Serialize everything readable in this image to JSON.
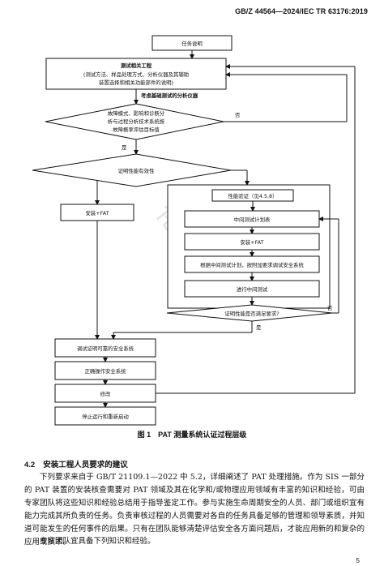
{
  "header": {
    "standard_id": "GB/Z 44564—2024/IEC TR 63176:2019"
  },
  "flow": {
    "task": "任务说明",
    "test_eng_1": "测试相关工程",
    "test_eng_2": "(测试方法、样品处理方式、分析仪器及其辅助",
    "test_eng_3": "装置选择和相关功能部件的说明)",
    "consider": "考虑基础测试的分析仪器",
    "fault_1": "故障模式、影响和诊断分",
    "fault_2": "析与过程分析技术系统按",
    "fault_3": "故障概率评估目标值",
    "no1": "否",
    "yes1": "是",
    "verify": "证明性能有效性",
    "install_fat_left": "安装+FAT",
    "perf_check": "性能验证（见4.5.8）",
    "mid_plan": "中间测试计划表",
    "install_fat_right": "安装+FAT",
    "build_sys": "根据中间测试计划，按附加要求调试安全系统",
    "mid_test": "进行中间测试",
    "meets": "证明性能是否满足要求?",
    "no2": "否",
    "yes2": "是",
    "commission": "调试证明可靠的安全系统",
    "operate": "正确操作安全系统",
    "modify": "修改",
    "stop": "停止运行和重新启动"
  },
  "watermark": "化工303",
  "caption": "图 1　PAT 测量系统认证过程层级",
  "section": {
    "number": "4.2",
    "title": "安装工程人员要求的建议"
  },
  "paragraph1": "下列要求来自于 GB/T 21109.1—2022 中 5.2，详细阐述了 PAT 处理措施。作为 SIS 一部分的 PAT 装置的安装核查需要对 PAT 领域及其在化学和/或物理应用领域有丰富的知识和经验，可由专家团队将这些知识和经验总结用于指导鉴定工作。参与实施生命周期安全的人员、部门或组织宜有能力完成其所负责的任务。负责审核过程的人员需要对各自的任务具备足够的管理和领导素质，并知道可能发生的任何事件的后果。只有在团队能够清楚评估安全各方面问题后，才能应用新的和复杂的应用或技术。",
  "paragraph2": "专家团队宜具备下列知识和经验。",
  "page_number": "5"
}
